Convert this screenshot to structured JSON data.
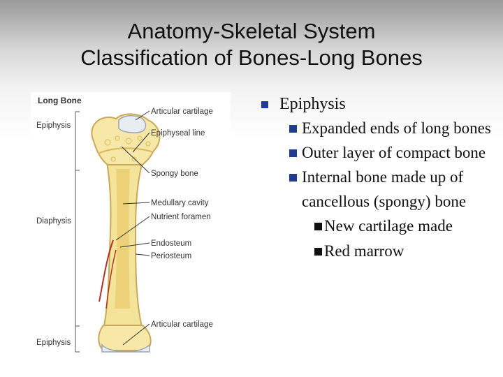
{
  "slide": {
    "title_line1": "Anatomy-Skeletal System",
    "title_line2": "Classification of Bones-Long Bones"
  },
  "figure": {
    "heading": "Long Bone",
    "labels_left": [
      "Epiphysis",
      "Diaphysis",
      "Epiphysis"
    ],
    "labels_right": [
      "Articular cartilage",
      "Epiphyseal line",
      "Spongy bone",
      "Medullary cavity",
      "Nutrient foramen",
      "Endosteum",
      "Periosteum",
      "Articular cartilage"
    ],
    "colors": {
      "bone": "#f4e49a",
      "bone_edge": "#c9a85a",
      "cartilage": "#e8edf1",
      "vessel": "#b0322a"
    }
  },
  "bullets": {
    "b1": "Epiphysis",
    "b2": [
      "Expanded ends of long bones",
      "Outer layer of compact bone",
      "Internal bone made up of cancellous (spongy) bone"
    ],
    "b3": [
      "New cartilage made",
      "Red marrow"
    ],
    "colors": {
      "level1": "#1f3c8f",
      "level2": "#1f3c8f",
      "level3": "#111111"
    }
  }
}
